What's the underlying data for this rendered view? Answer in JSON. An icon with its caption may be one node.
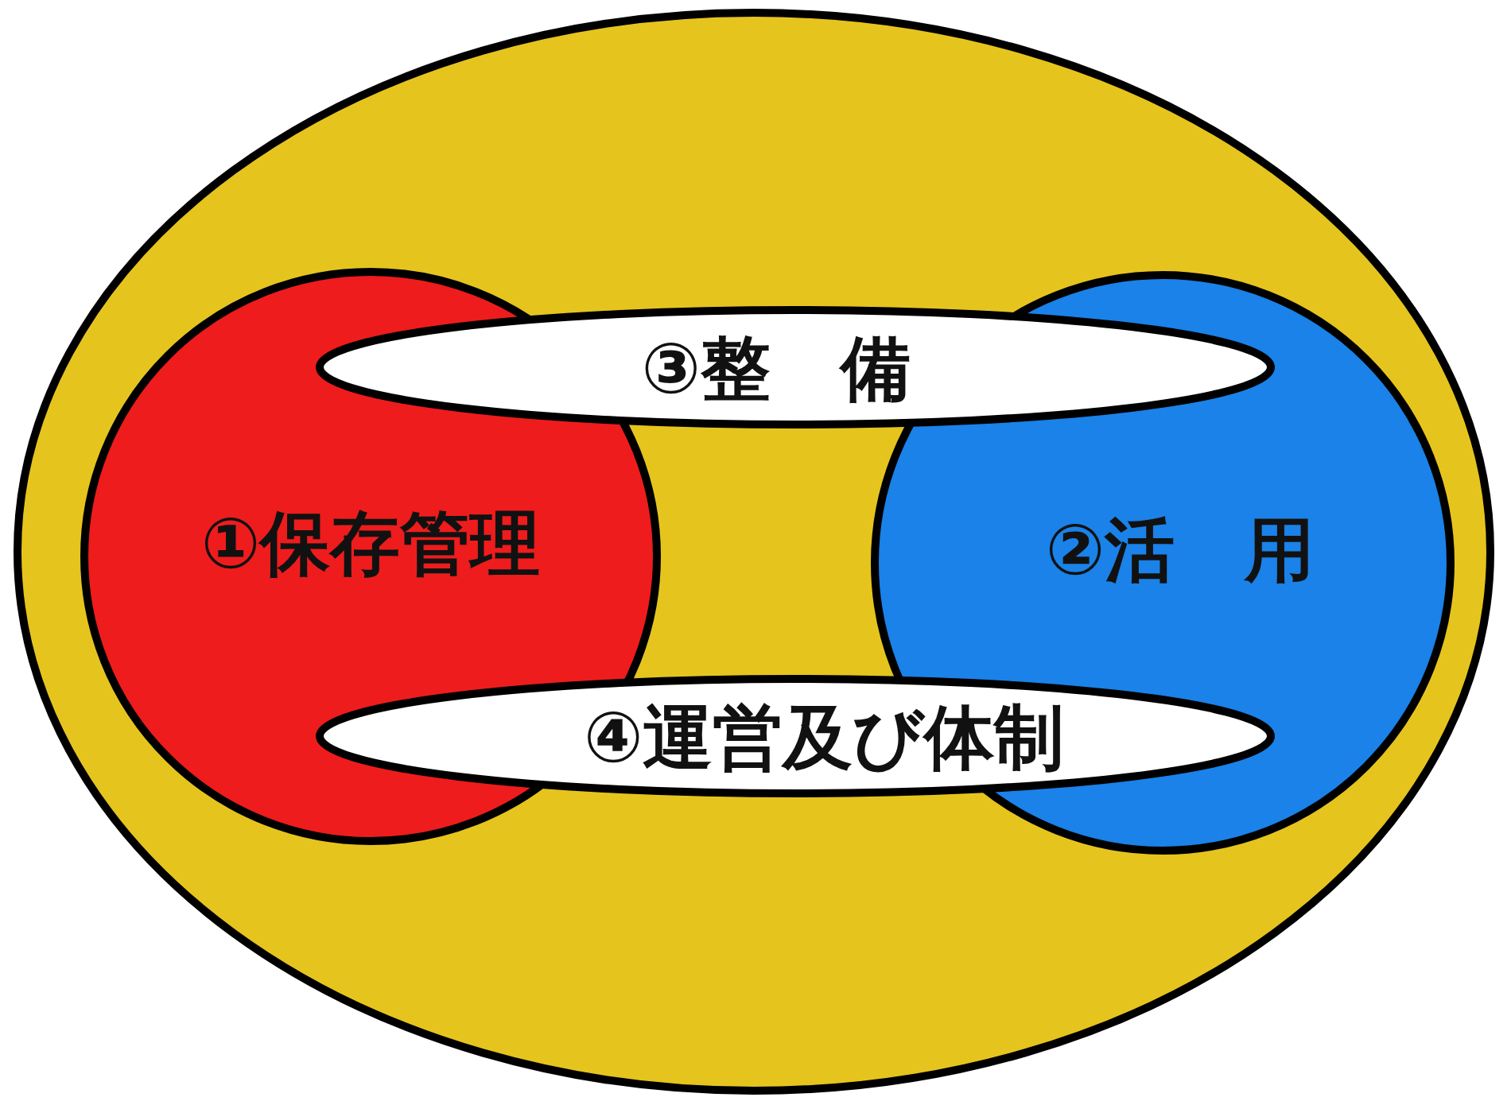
{
  "diagram": {
    "nodes": [
      {
        "text": [],
        "shape": "ellipse"
      },
      {
        "text": [
          "③整　備"
        ],
        "in": 0
      },
      {
        "text": [
          "①保存管理"
        ],
        "in": 0
      },
      {
        "text": [
          "②活　用"
        ],
        "in": 0
      },
      {
        "text": [
          "④運営及び体制"
        ],
        "in": 0
      }
    ]
  }
}
